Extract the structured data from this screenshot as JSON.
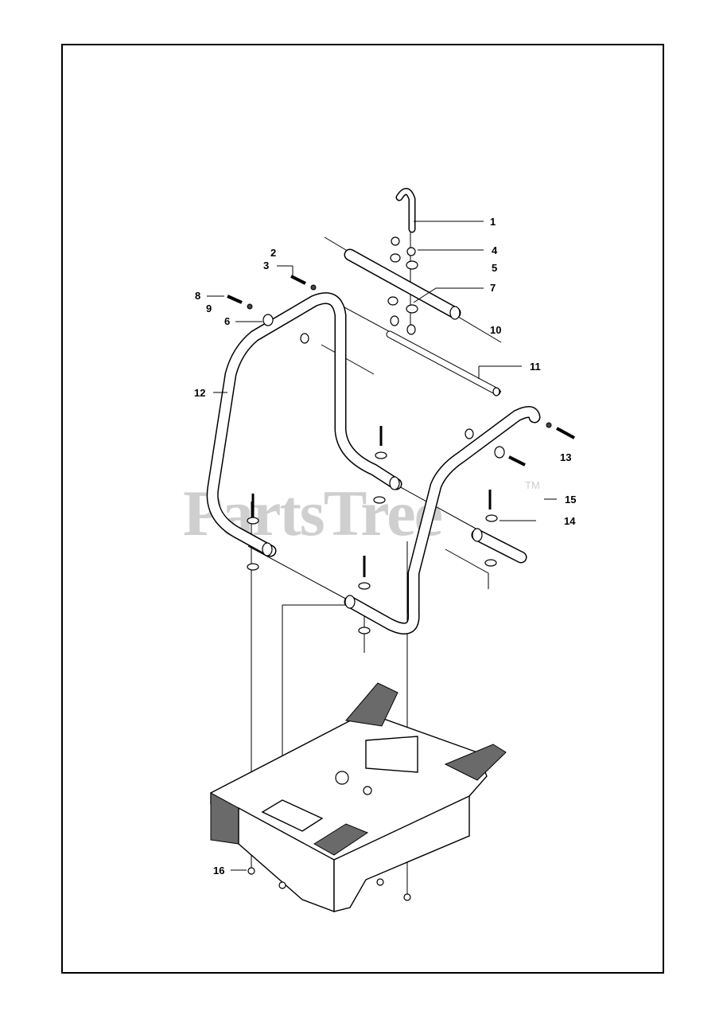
{
  "watermark": {
    "text": "PartsTree",
    "trademark": "TM"
  },
  "callouts": {
    "c1": "1",
    "c2": "2",
    "c3": "3",
    "c4": "4",
    "c5": "5",
    "c6": "6",
    "c7": "7",
    "c8": "8",
    "c9": "9",
    "c10": "10",
    "c11": "11",
    "c12": "12",
    "c13": "13",
    "c14": "14",
    "c15": "15",
    "c16": "16"
  },
  "colors": {
    "line": "#000000",
    "watermark": "#cfcfcf",
    "background": "#ffffff"
  }
}
